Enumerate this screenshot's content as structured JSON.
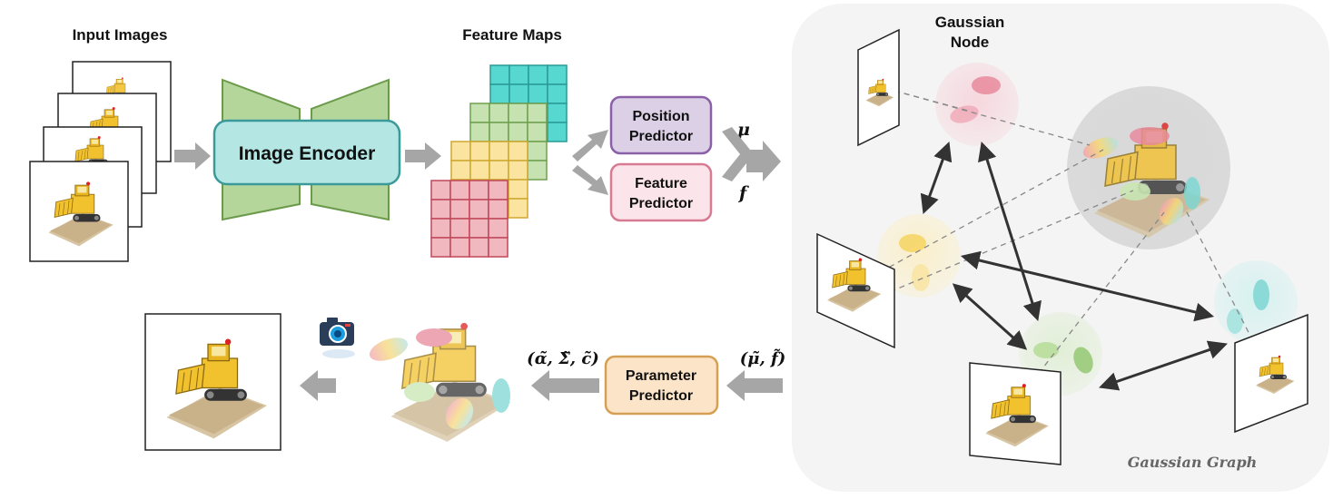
{
  "labels": {
    "input_images": "Input Images",
    "image_encoder": "Image Encoder",
    "feature_maps": "Feature Maps",
    "position_predictor_1": "Position",
    "position_predictor_2": "Predictor",
    "feature_predictor_1": "Feature",
    "feature_predictor_2": "Predictor",
    "mu": "μ",
    "f": "f",
    "gaussian_node_1": "Gaussian",
    "gaussian_node_2": "Node",
    "gaussian_graph": "Gaussian Graph",
    "parameter_predictor_1": "Parameter",
    "parameter_predictor_2": "Predictor",
    "mu_f_tilde": "(μ̃, f̃)",
    "alpha_sigma_c_tilde": "(α̃, Σ̃, c̃)"
  },
  "icons": {
    "camera": "camera-icon",
    "bulldozer": "bulldozer-icon"
  },
  "colors": {
    "encoder_fill": "#b4e6e4",
    "encoder_border": "#3a9a9a",
    "encoder_trapezoid": "#b5d69a",
    "position_fill": "#dcd0e6",
    "position_border": "#8a60a8",
    "feature_fill": "#fbe4ea",
    "feature_border": "#d77b93",
    "parameter_fill": "#fbe4c8",
    "parameter_border": "#d6a054",
    "fmap_cyan": "#56d8d0",
    "fmap_green": "#c6e2b0",
    "fmap_yellow": "#fbe4a0",
    "fmap_red": "#f2b8c0",
    "arrow_gray": "#a6a6a6",
    "graph_bg": "#f4f4f4"
  }
}
